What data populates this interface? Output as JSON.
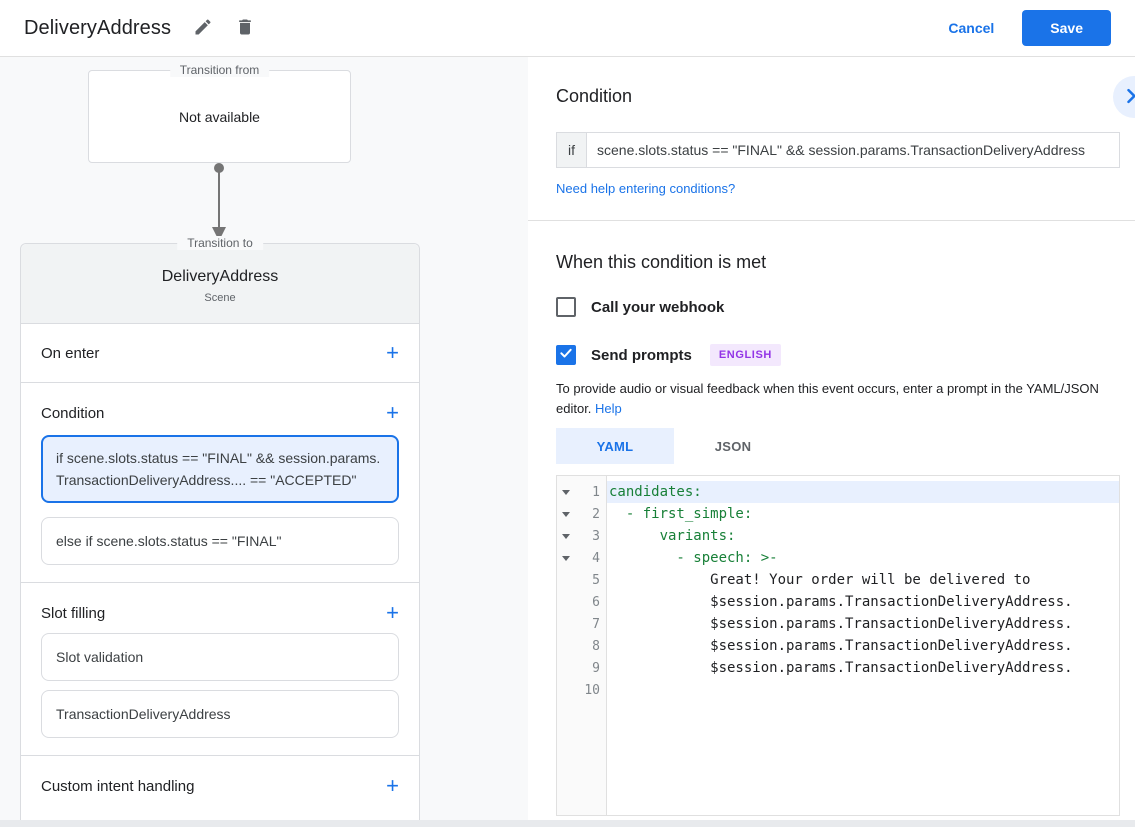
{
  "header": {
    "title": "DeliveryAddress",
    "cancel_label": "Cancel",
    "save_label": "Save"
  },
  "icons": {
    "add": "+"
  },
  "colors": {
    "accent_blue": "#1a73e8",
    "selected_fill": "#e8f0fe",
    "yaml_green": "#188038",
    "badge_purple": "#9334e6",
    "badge_bg": "#f3e8fd"
  },
  "graph": {
    "transition_from_label": "Transition from",
    "transition_from_value": "Not available",
    "transition_to_label": "Transition to",
    "scene_name": "DeliveryAddress",
    "scene_type": "Scene"
  },
  "scene_card": {
    "on_enter_label": "On enter",
    "condition_label": "Condition",
    "condition_if_text": "if scene.slots.status == \"FINAL\" && session.params.TransactionDeliveryAddress.... == \"ACCEPTED\"",
    "condition_else_text": "else if scene.slots.status == \"FINAL\"",
    "slot_filling_label": "Slot filling",
    "slot_validation_label": "Slot validation",
    "slot_name": "TransactionDeliveryAddress",
    "custom_intent_label": "Custom intent handling"
  },
  "condition_panel": {
    "title": "Condition",
    "if_label": "if",
    "if_value": "scene.slots.status == \"FINAL\" && session.params.TransactionDeliveryAddress",
    "help_conditions_link": "Need help entering conditions?",
    "when_met_title": "When this condition is met",
    "webhook_label": "Call your webhook",
    "send_prompts_label": "Send prompts",
    "language_badge": "ENGLISH",
    "hint_text": "To provide audio or visual feedback when this event occurs, enter a prompt in the YAML/JSON editor. ",
    "help_link": "Help",
    "tab_yaml": "YAML",
    "tab_json": "JSON"
  },
  "code_editor": {
    "lines": [
      {
        "num": "1",
        "text": "candidates:"
      },
      {
        "num": "2",
        "text": "  - first_simple:"
      },
      {
        "num": "3",
        "text": "      variants:"
      },
      {
        "num": "4",
        "text": "        - speech: >-"
      },
      {
        "num": "5",
        "text": "            Great! Your order will be delivered to"
      },
      {
        "num": "6",
        "text": "            $session.params.TransactionDeliveryAddress."
      },
      {
        "num": "7",
        "text": "            $session.params.TransactionDeliveryAddress."
      },
      {
        "num": "8",
        "text": "            $session.params.TransactionDeliveryAddress."
      },
      {
        "num": "9",
        "text": "            $session.params.TransactionDeliveryAddress."
      },
      {
        "num": "10",
        "text": ""
      }
    ]
  }
}
